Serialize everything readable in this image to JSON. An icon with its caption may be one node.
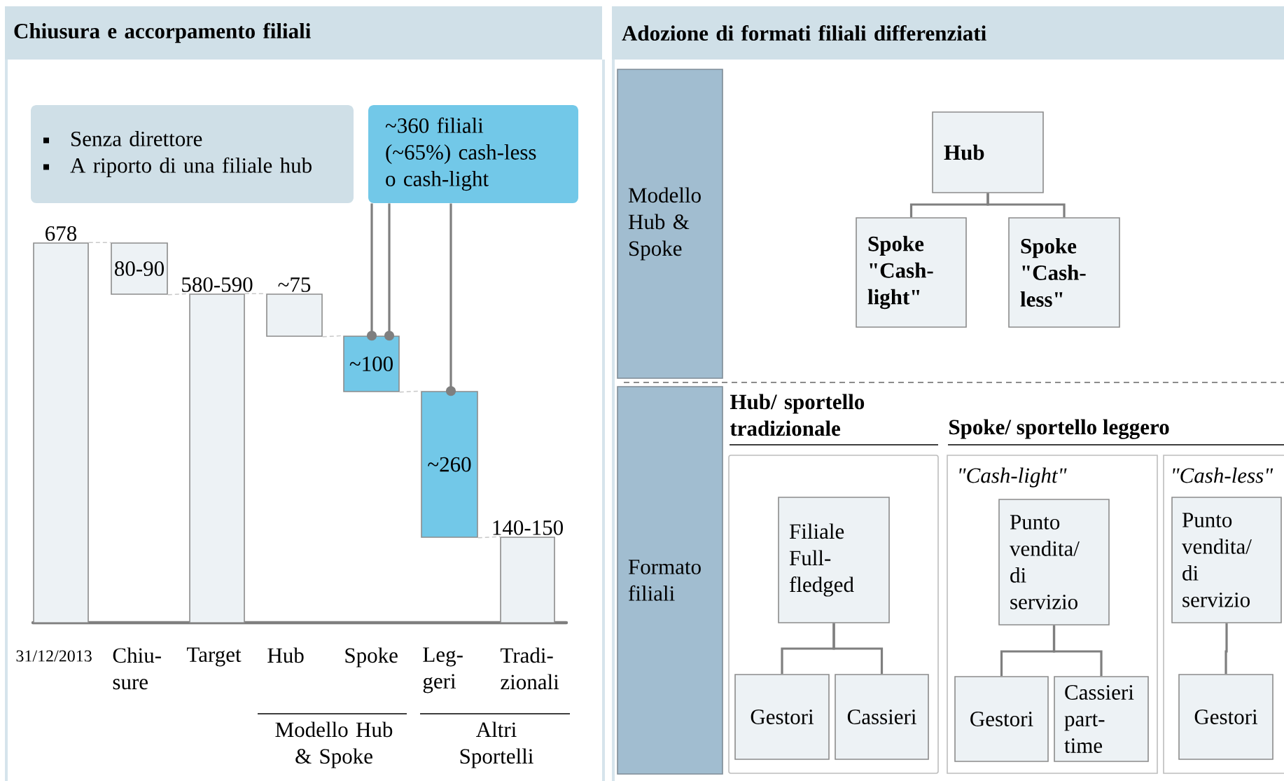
{
  "diagram": {
    "nodes": [
      {
        "text": [
          "Chiusura e accorpamento filiali"
        ]
      },
      {
        "text": [
          "Senza direttore",
          "A riporto di una filiale hub"
        ]
      },
      {
        "text": [
          "~360 filiali (~65%) cash-less o cash-light"
        ]
      },
      {
        "text": [],
        "shape": "bar",
        "beside": [
          "678"
        ]
      },
      {
        "text": [
          "80-90"
        ]
      },
      {
        "text": [],
        "shape": "bar",
        "beside": [
          "580-590"
        ]
      },
      {
        "text": [],
        "shape": "bar",
        "beside": [
          "~75"
        ]
      },
      {
        "text": [
          "~100"
        ]
      },
      {
        "text": [
          "~260"
        ]
      },
      {
        "text": [],
        "shape": "bar",
        "beside": [
          "140-150"
        ]
      },
      {
        "text": [
          "Adozione di formati filiali differenziati"
        ]
      },
      {
        "text": [
          "Modello Hub & Spoke"
        ]
      },
      {
        "text": [
          "Hub"
        ]
      },
      {
        "text": [
          "Spoke \"Cash-light\""
        ]
      },
      {
        "text": [
          "Spoke \"Cash-less\""
        ]
      },
      {
        "text": [
          "Formato filiali"
        ]
      },
      {
        "text": [],
        "shape": "box"
      },
      {
        "text": [
          "Filiale Full-fledged"
        ],
        "in": 16
      },
      {
        "text": [
          "Gestori"
        ],
        "in": 16
      },
      {
        "text": [
          "Cassieri"
        ],
        "in": 16
      },
      {
        "text": [
          "\"Cash-light\""
        ]
      },
      {
        "text": [
          "Punto vendita/ di servizio"
        ],
        "in": 20
      },
      {
        "text": [
          "Gestori"
        ],
        "in": 20
      },
      {
        "text": [
          "Cassieri part-time"
        ],
        "in": 20
      },
      {
        "text": [
          "\"Cash-less\""
        ]
      },
      {
        "text": [
          "Punto vendita/ di servizio"
        ],
        "in": 24
      },
      {
        "text": [
          "Gestori"
        ],
        "in": 24
      }
    ],
    "edges": [
      {
        "from": 3,
        "to": 4,
        "arrow": "none",
        "style": "dashed",
        "color": "#c8c8c8"
      },
      {
        "from": 4,
        "to": 5,
        "arrow": "none",
        "style": "dashed",
        "color": "#c8c8c8"
      },
      {
        "from": 5,
        "to": 6,
        "arrow": "none",
        "style": "dashed",
        "color": "#c8c8c8"
      },
      {
        "from": 6,
        "to": 7,
        "arrow": "none",
        "style": "dashed",
        "color": "#c8c8c8"
      },
      {
        "from": 7,
        "to": 8,
        "arrow": "none",
        "style": "dashed",
        "color": "#c8c8c8"
      },
      {
        "from": 8,
        "to": 9,
        "arrow": "none",
        "style": "dashed",
        "color": "#c8c8c8"
      },
      {
        "from": 2,
        "to": 7,
        "arrow": "other"
      },
      {
        "from": 2,
        "to": 7,
        "arrow": "other"
      },
      {
        "from": 2,
        "to": 8,
        "arrow": "other"
      },
      {
        "from": 12,
        "to": 13,
        "arrow": "none"
      },
      {
        "from": 12,
        "to": 14,
        "arrow": "none"
      },
      {
        "from": 17,
        "to": 18,
        "arrow": "none"
      },
      {
        "from": 17,
        "to": 19,
        "arrow": "none"
      },
      {
        "from": 21,
        "to": 22,
        "arrow": "none"
      },
      {
        "from": 21,
        "to": 23,
        "arrow": "none"
      },
      {
        "from": 25,
        "to": 26,
        "arrow": "none"
      }
    ],
    "labels": [
      "31/12/2013",
      "Chiu-sure",
      "Target",
      "Hub",
      "Spoke",
      "Leg-geri",
      "Tradi-zionali",
      "Modello Hub & Spoke",
      "Altri Sportelli",
      "Hub/ sportello tradizionale",
      "Spoke/ sportello leggero"
    ]
  }
}
